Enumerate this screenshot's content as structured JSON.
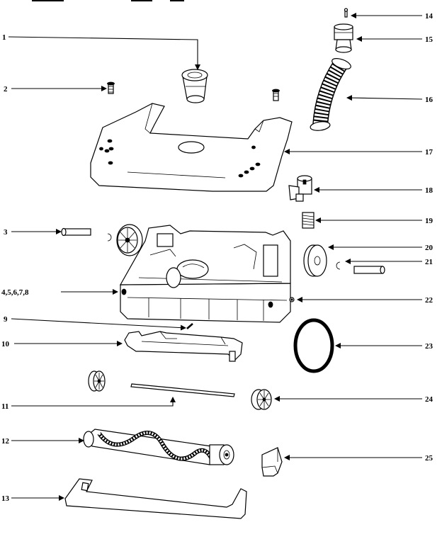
{
  "callouts": [
    {
      "id": "c1",
      "text": "1"
    },
    {
      "id": "c2",
      "text": "2"
    },
    {
      "id": "c3",
      "text": "3"
    },
    {
      "id": "c4",
      "text": "4,5,6,7,8"
    },
    {
      "id": "c9",
      "text": "9"
    },
    {
      "id": "c10",
      "text": "10"
    },
    {
      "id": "c11",
      "text": "11"
    },
    {
      "id": "c12",
      "text": "12"
    },
    {
      "id": "c13",
      "text": "13"
    },
    {
      "id": "c14",
      "text": "14"
    },
    {
      "id": "c15",
      "text": "15"
    },
    {
      "id": "c16",
      "text": "16"
    },
    {
      "id": "c17",
      "text": "17"
    },
    {
      "id": "c18",
      "text": "18"
    },
    {
      "id": "c19",
      "text": "19"
    },
    {
      "id": "c20",
      "text": "20"
    },
    {
      "id": "c21",
      "text": "21"
    },
    {
      "id": "c22",
      "text": "22"
    },
    {
      "id": "c23",
      "text": "23"
    },
    {
      "id": "c24",
      "text": "24"
    },
    {
      "id": "c25",
      "text": "25"
    }
  ]
}
